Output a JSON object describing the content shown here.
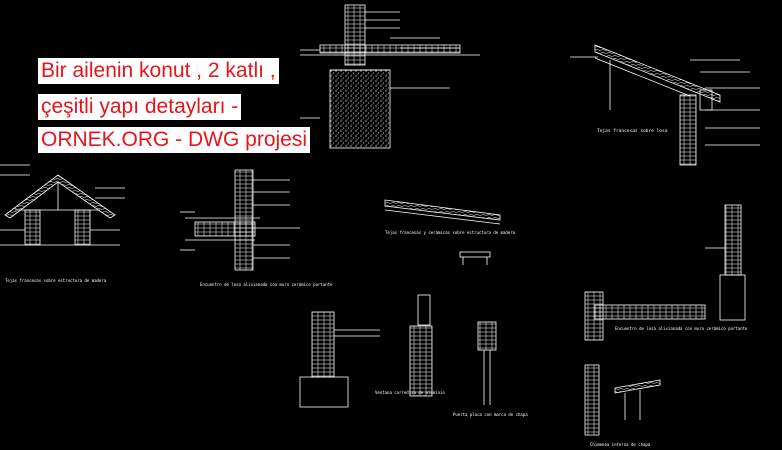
{
  "title": {
    "line1": "Bir ailenin konut , 2 katlı ,",
    "line2": "çeşitli yapı detayları -",
    "line3": "ORNEK.ORG - DWG projesi"
  },
  "captions": {
    "roof_right": "Tejas francesas sobre losa",
    "roof_left": "Tejas francesas sobre estructura de madera",
    "slab_center": "Encuentro de losa alivianada con muro cerámico portante",
    "roof_mid": "Tejas francesas y cerámicas sobre estructura de madera",
    "window_sill": "Ventana corrediza de aluminio",
    "door": "Puerta placa con marco de chapa",
    "slab_right": "Encuentro de losa alivianada con muro cerámico portante",
    "chimney": "Chimenea interna de chapa"
  },
  "colors": {
    "line": "#ffffff",
    "title_text": "#e8141b",
    "title_bg": "#ffffff",
    "background": "#000000"
  }
}
